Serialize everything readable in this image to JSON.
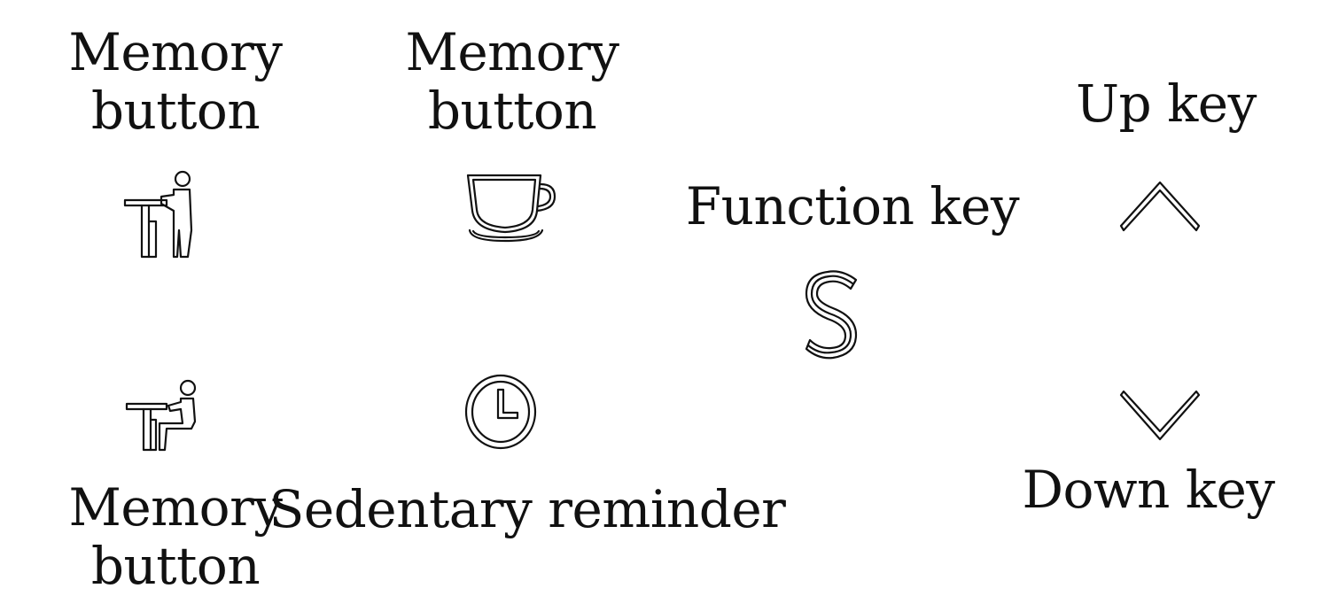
{
  "labels": {
    "stand_memory": [
      "Memory",
      "button"
    ],
    "coffee_memory": [
      "Memory",
      "button"
    ],
    "sit_memory": [
      "Memory",
      "button"
    ],
    "sedentary": "Sedentary reminder",
    "function_key": "Function key",
    "up_key": "Up key",
    "down_key": "Down key"
  },
  "icons": {
    "stand_memory": "standing-desk-icon",
    "coffee_memory": "coffee-cup-icon",
    "sit_memory": "sitting-desk-icon",
    "sedentary": "clock-icon",
    "function_key": "s-letter-icon",
    "up_key": "chevron-up-icon",
    "down_key": "chevron-down-icon"
  },
  "colors": {
    "stroke": "#111111",
    "background": "#ffffff"
  }
}
